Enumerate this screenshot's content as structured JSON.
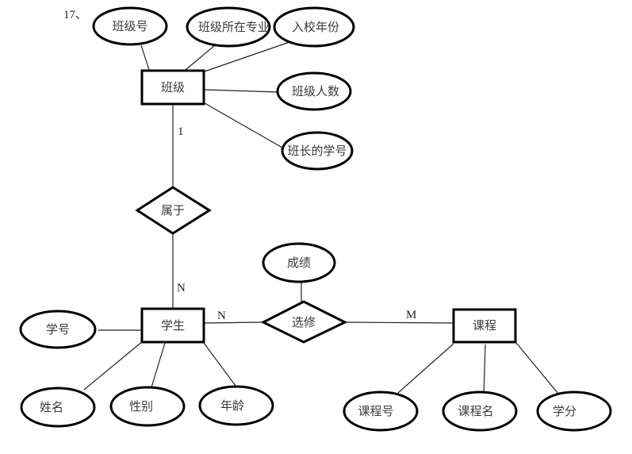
{
  "question_number": "17、",
  "entities": [
    {
      "id": "class",
      "label": "班级"
    },
    {
      "id": "student",
      "label": "学生"
    },
    {
      "id": "course",
      "label": "课程"
    }
  ],
  "relationships": [
    {
      "id": "belongs",
      "label": "属于",
      "from": "class",
      "to": "student",
      "from_card": "1",
      "to_card": "N"
    },
    {
      "id": "enroll",
      "label": "选修",
      "from": "student",
      "to": "course",
      "from_card": "N",
      "to_card": "M"
    }
  ],
  "attributes": [
    {
      "id": "class_id",
      "owner": "class",
      "label": "班级号"
    },
    {
      "id": "class_major",
      "owner": "class",
      "label": "班级所在专业"
    },
    {
      "id": "class_year",
      "owner": "class",
      "label": "入校年份"
    },
    {
      "id": "class_size",
      "owner": "class",
      "label": "班级人数"
    },
    {
      "id": "class_monitor",
      "owner": "class",
      "label": "班长的学号"
    },
    {
      "id": "grade",
      "owner": "enroll",
      "label": "成绩"
    },
    {
      "id": "student_id",
      "owner": "student",
      "label": "学号"
    },
    {
      "id": "student_name",
      "owner": "student",
      "label": "姓名"
    },
    {
      "id": "student_gender",
      "owner": "student",
      "label": "性别"
    },
    {
      "id": "student_age",
      "owner": "student",
      "label": "年龄"
    },
    {
      "id": "course_id",
      "owner": "course",
      "label": "课程号"
    },
    {
      "id": "course_name",
      "owner": "course",
      "label": "课程名"
    },
    {
      "id": "course_credit",
      "owner": "course",
      "label": "学分"
    }
  ]
}
